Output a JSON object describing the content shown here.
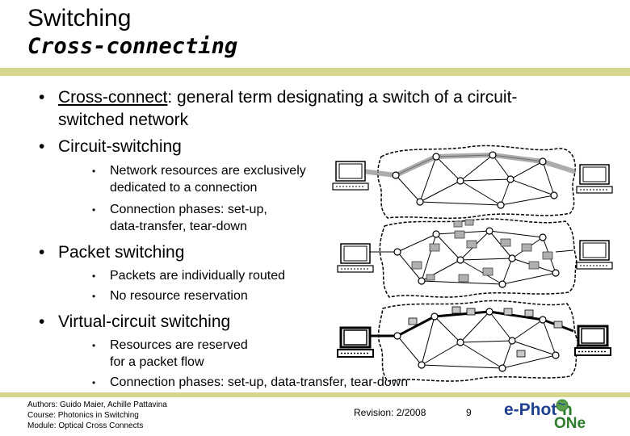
{
  "header": {
    "title": "Switching",
    "subtitle": "Cross-connecting"
  },
  "bullets": {
    "cross_connect_term": "Cross-connect",
    "cross_connect_line1": ": general term designating a switch of a circuit-",
    "cross_connect_line2": "switched network",
    "circuit_switching": "Circuit-switching",
    "cs_sub1_line1": "Network resources are exclusively",
    "cs_sub1_line2": "dedicated to a connection",
    "cs_sub2_line1": "Connection phases: set-up,",
    "cs_sub2_line2": "data-transfer, tear-down",
    "packet_switching": "Packet switching",
    "ps_sub1": "Packets are individually routed",
    "ps_sub2": "No resource reservation",
    "virtual_circuit": "Virtual-circuit switching",
    "vc_sub1_line1": "Resources are reserved",
    "vc_sub1_line2": "for a packet flow",
    "vc_sub2": "Connection phases: set-up, data-transfer, tear-down",
    "bullet_char": "•"
  },
  "footer": {
    "authors": "Authors: Guido Maier, Achille Pattavina",
    "course": "Course: Photonics in Switching",
    "module": "Module: Optical Cross Connects",
    "revision": "Revision: 2/2008",
    "page_number": "9",
    "logo_text_1": "e-Phot",
    "logo_text_2": "n",
    "logo_text_3": "ONe"
  },
  "colors": {
    "rule": "#d6d68c",
    "logo_green": "#2e7d2e",
    "logo_blue": "#1f3f8f",
    "path_gray": "#909090"
  }
}
